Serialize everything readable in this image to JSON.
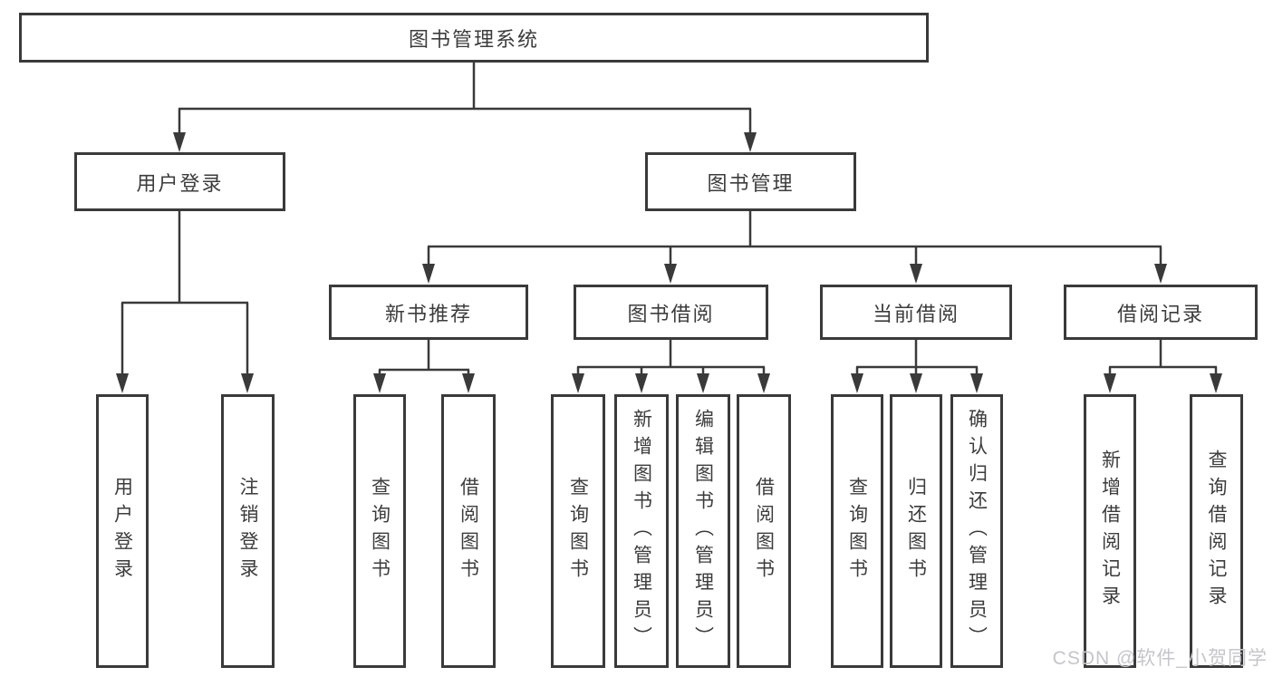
{
  "diagram": {
    "type": "hierarchy-tree",
    "nodes": {
      "root": {
        "label": "图书管理系统"
      },
      "user_login": {
        "label": "用户登录"
      },
      "book_mgmt": {
        "label": "图书管理"
      },
      "new_book_rec": {
        "label": "新书推荐"
      },
      "book_borrow": {
        "label": "图书借阅"
      },
      "current_borrow": {
        "label": "当前借阅"
      },
      "borrow_records": {
        "label": "借阅记录"
      },
      "leaf_user_login": {
        "label": "用户登录"
      },
      "leaf_logout": {
        "label": "注销登录"
      },
      "leaf_query_books_rec": {
        "label": "查询图书"
      },
      "leaf_borrow_books_rec": {
        "label": "借阅图书"
      },
      "leaf_query_books_borrow": {
        "label": "查询图书"
      },
      "leaf_add_books": {
        "label": "新增图书（管理员）"
      },
      "leaf_edit_books": {
        "label": "编辑图书（管理员）"
      },
      "leaf_borrow_books_borrow": {
        "label": "借阅图书"
      },
      "leaf_query_books_current": {
        "label": "查询图书"
      },
      "leaf_return_books": {
        "label": "归还图书"
      },
      "leaf_confirm_return": {
        "label": "确认归还（管理员）"
      },
      "leaf_add_borrow_record": {
        "label": "新增借阅记录"
      },
      "leaf_query_borrow_record": {
        "label": "查询借阅记录"
      }
    },
    "hierarchy": {
      "图书管理系统": {
        "用户登录": [
          "用户登录",
          "注销登录"
        ],
        "图书管理": {
          "新书推荐": [
            "查询图书",
            "借阅图书"
          ],
          "图书借阅": [
            "查询图书",
            "新增图书（管理员）",
            "编辑图书（管理员）",
            "借阅图书"
          ],
          "当前借阅": [
            "查询图书",
            "归还图书",
            "确认归还（管理员）"
          ],
          "借阅记录": [
            "新增借阅记录",
            "查询借阅记录"
          ]
        }
      }
    }
  },
  "watermark": {
    "text": "CSDN @软件_小贺同学"
  },
  "colors": {
    "line": "#3a3a3a",
    "text": "#3c3c3c",
    "watermark": "#c5c5cb",
    "background": "#ffffff"
  }
}
